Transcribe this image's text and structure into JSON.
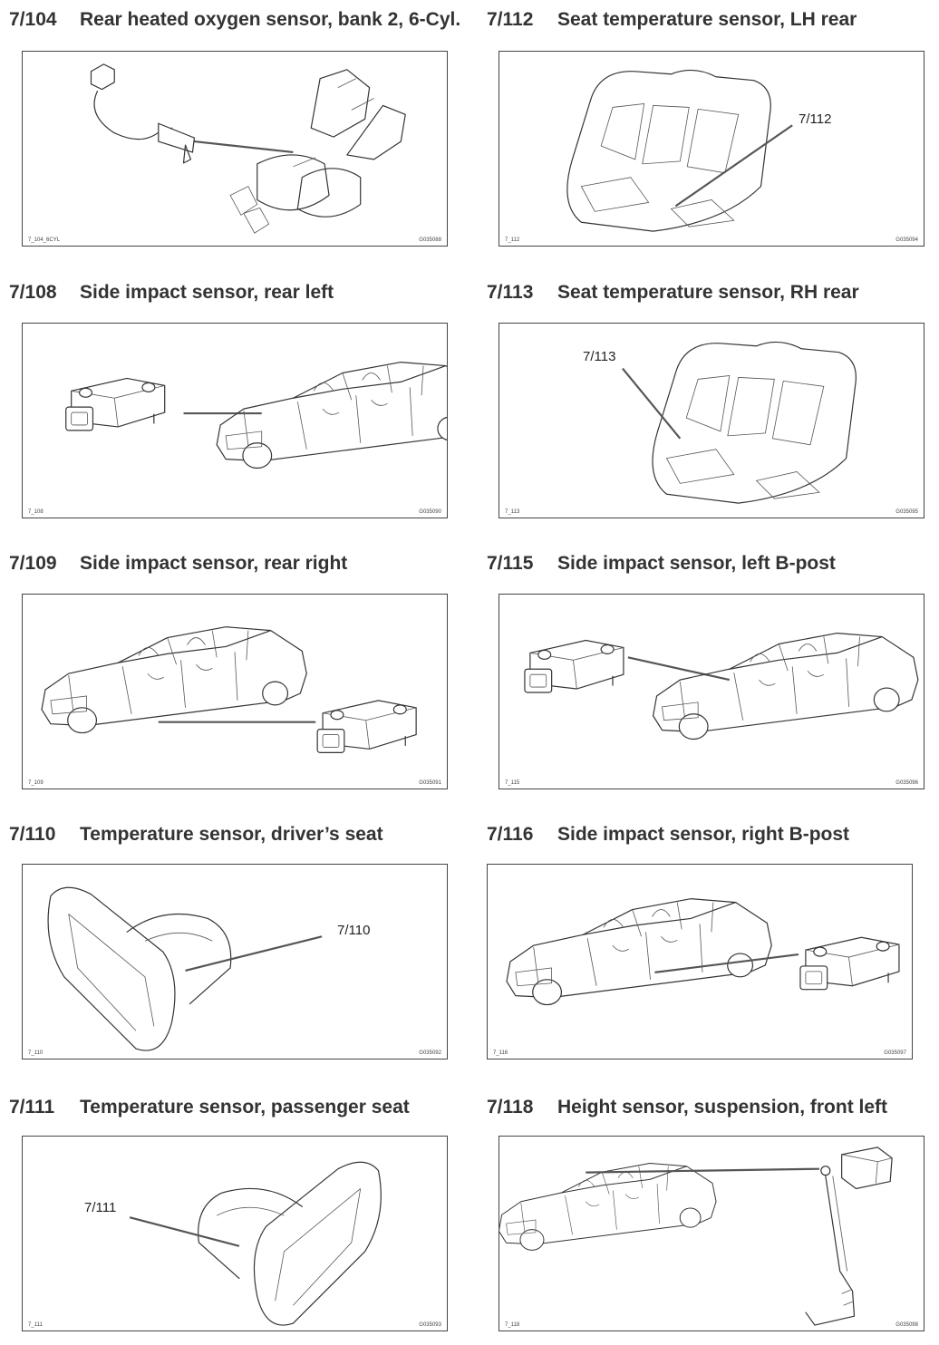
{
  "items": [
    {
      "code": "7/104",
      "title": "Rear heated oxygen sensor, bank 2, 6-Cyl.",
      "ref_left": "7_104_6CYL",
      "ref_right": "G035088",
      "callout": ""
    },
    {
      "code": "7/112",
      "title": "Seat temperature sensor, LH rear",
      "ref_left": "7_112",
      "ref_right": "G035094",
      "callout": "7/112"
    },
    {
      "code": "7/108",
      "title": "Side impact sensor, rear left",
      "ref_left": "7_108",
      "ref_right": "G035090",
      "callout": ""
    },
    {
      "code": "7/113",
      "title": "Seat temperature sensor, RH rear",
      "ref_left": "7_113",
      "ref_right": "G035095",
      "callout": "7/113"
    },
    {
      "code": "7/109",
      "title": "Side impact sensor, rear right",
      "ref_left": "7_109",
      "ref_right": "G035091",
      "callout": ""
    },
    {
      "code": "7/115",
      "title": "Side impact sensor, left B-post",
      "ref_left": "7_115",
      "ref_right": "G035096",
      "callout": ""
    },
    {
      "code": "7/110",
      "title": "Temperature sensor, driver’s seat",
      "ref_left": "7_110",
      "ref_right": "G035092",
      "callout": "7/110"
    },
    {
      "code": "7/116",
      "title": "Side impact sensor, right B-post",
      "ref_left": "7_116",
      "ref_right": "G035097",
      "callout": ""
    },
    {
      "code": "7/111",
      "title": "Temperature sensor, passenger seat",
      "ref_left": "7_111",
      "ref_right": "G035093",
      "callout": "7/111"
    },
    {
      "code": "7/118",
      "title": "Height sensor, suspension, front left",
      "ref_left": "7_118",
      "ref_right": "G035098",
      "callout": ""
    }
  ]
}
